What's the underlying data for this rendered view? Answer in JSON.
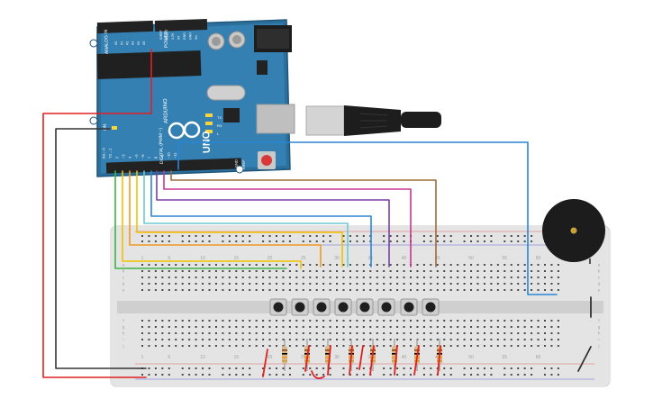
{
  "arduino": {
    "brand": "ARDUINO",
    "model": "UNO",
    "digital_label": "DIGITAL (PWM ~)",
    "power_label": "POWER",
    "analog_label": "ANALOG IN",
    "on_label": "ON",
    "tx_label": "TX",
    "rx_label": "RX",
    "l_label": "L",
    "aref_label": "AREF",
    "gnd_label": "GND",
    "digital_pins": [
      "~11",
      "~10",
      "~9",
      "8",
      "7",
      "~6",
      "~5",
      "4",
      "~3",
      "2",
      "TX→1",
      "RX←0"
    ],
    "power_pins": [
      "IOREF",
      "RESET",
      "3.3V",
      "5V",
      "GND",
      "GND",
      "Vin"
    ],
    "analog_pins": [
      "A0",
      "A1",
      "A2",
      "A3",
      "A4",
      "A5"
    ]
  },
  "breadboard": {
    "column_numbers": [
      "1",
      "5",
      "10",
      "15",
      "20",
      "25",
      "30",
      "35",
      "40",
      "45",
      "50",
      "55",
      "60"
    ],
    "row_letters_top": [
      "a",
      "b",
      "c",
      "d",
      "e"
    ],
    "row_letters_bottom": [
      "f",
      "g",
      "h",
      "i",
      "j"
    ]
  },
  "wire_colors": {
    "red": "#e02020",
    "black": "#333333",
    "green": "#3cb34a",
    "yellow": "#f2c200",
    "orange": "#f39a1e",
    "cyan": "#6cc8d4",
    "blue": "#2a86d4",
    "purple": "#7a3fa8",
    "magenta": "#c8368f",
    "brown": "#9c6a3a"
  },
  "buttons_count_label": "8"
}
